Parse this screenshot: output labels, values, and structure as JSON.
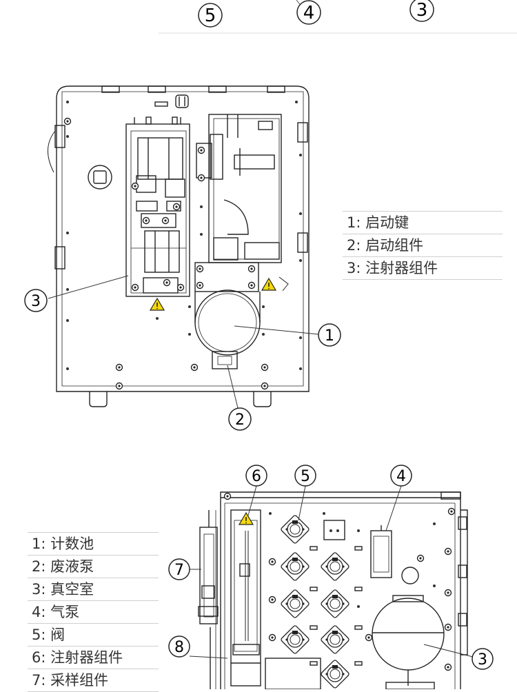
{
  "top_strip": {
    "callouts": [
      "5",
      "4",
      "3"
    ]
  },
  "front_view": {
    "legend": [
      {
        "num": "1",
        "sep": ":",
        "label": "启动键"
      },
      {
        "num": "2",
        "sep": ":",
        "label": "启动组件"
      },
      {
        "num": "3",
        "sep": ":",
        "label": "注射器组件"
      }
    ],
    "callouts": [
      "3",
      "1",
      "2"
    ]
  },
  "side_view": {
    "legend": [
      {
        "num": "1",
        "sep": ":",
        "label": "计数池"
      },
      {
        "num": "2",
        "sep": ":",
        "label": "废液泵"
      },
      {
        "num": "3",
        "sep": ":",
        "label": "真空室"
      },
      {
        "num": "4",
        "sep": ":",
        "label": "气泵"
      },
      {
        "num": "5",
        "sep": ":",
        "label": "阀"
      },
      {
        "num": "6",
        "sep": ":",
        "label": "注射器组件"
      },
      {
        "num": "7",
        "sep": ":",
        "label": "采样组件"
      }
    ],
    "callouts": [
      "6",
      "5",
      "4",
      "7",
      "8",
      "3"
    ]
  },
  "colors": {
    "line": "#2a2a2a",
    "warning_fill": "#f5d90a",
    "legend_rule": "#cfcfcf"
  }
}
